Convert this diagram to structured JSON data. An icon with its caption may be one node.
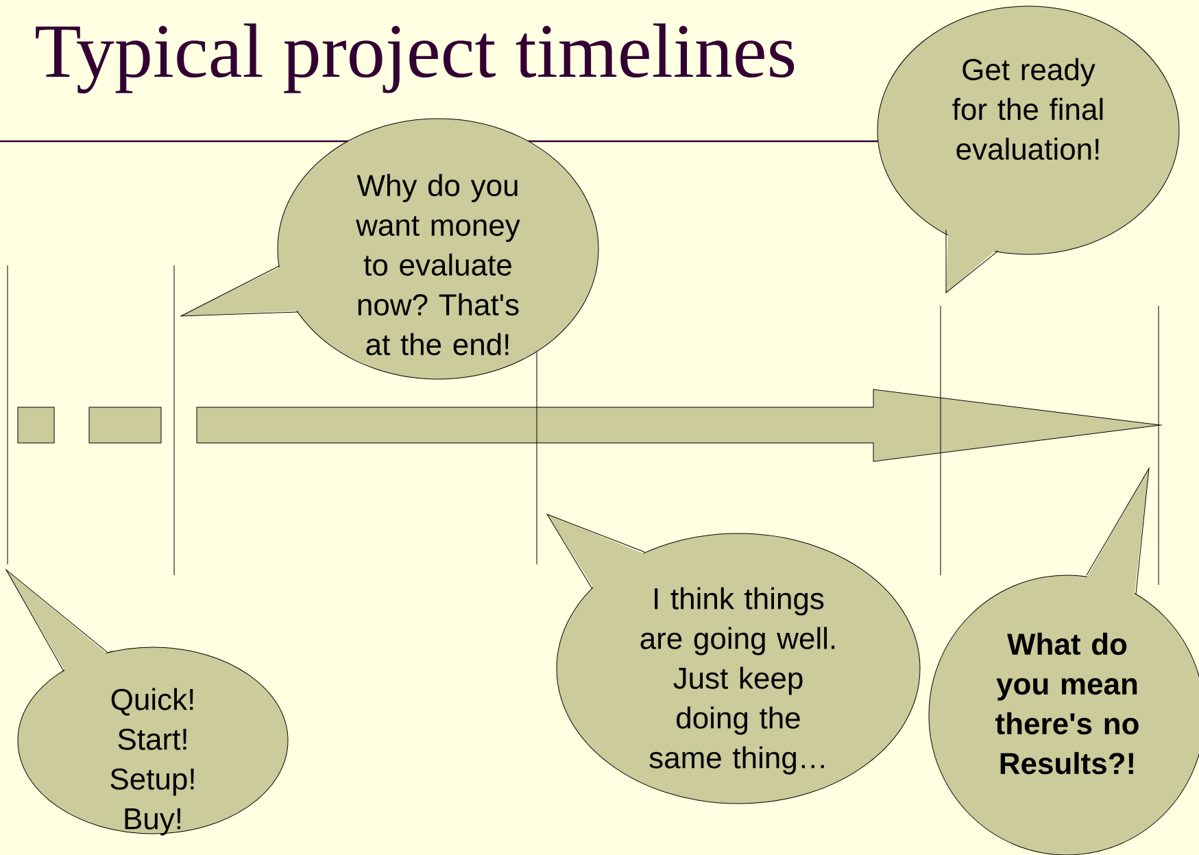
{
  "diagram": {
    "title": "Typical project timelines",
    "nodes": [
      {
        "text": [
          "Why do you want money to evaluate now? That's at the end!"
        ]
      },
      {
        "text": [
          "Get ready for the final evaluation!"
        ]
      },
      {
        "text": [
          "Quick! Start! Setup! Buy!"
        ]
      },
      {
        "text": [
          "I think things are going well. Just keep doing the same thing…"
        ]
      },
      {
        "text": [
          "What do you mean there's no Results?!"
        ]
      }
    ]
  }
}
